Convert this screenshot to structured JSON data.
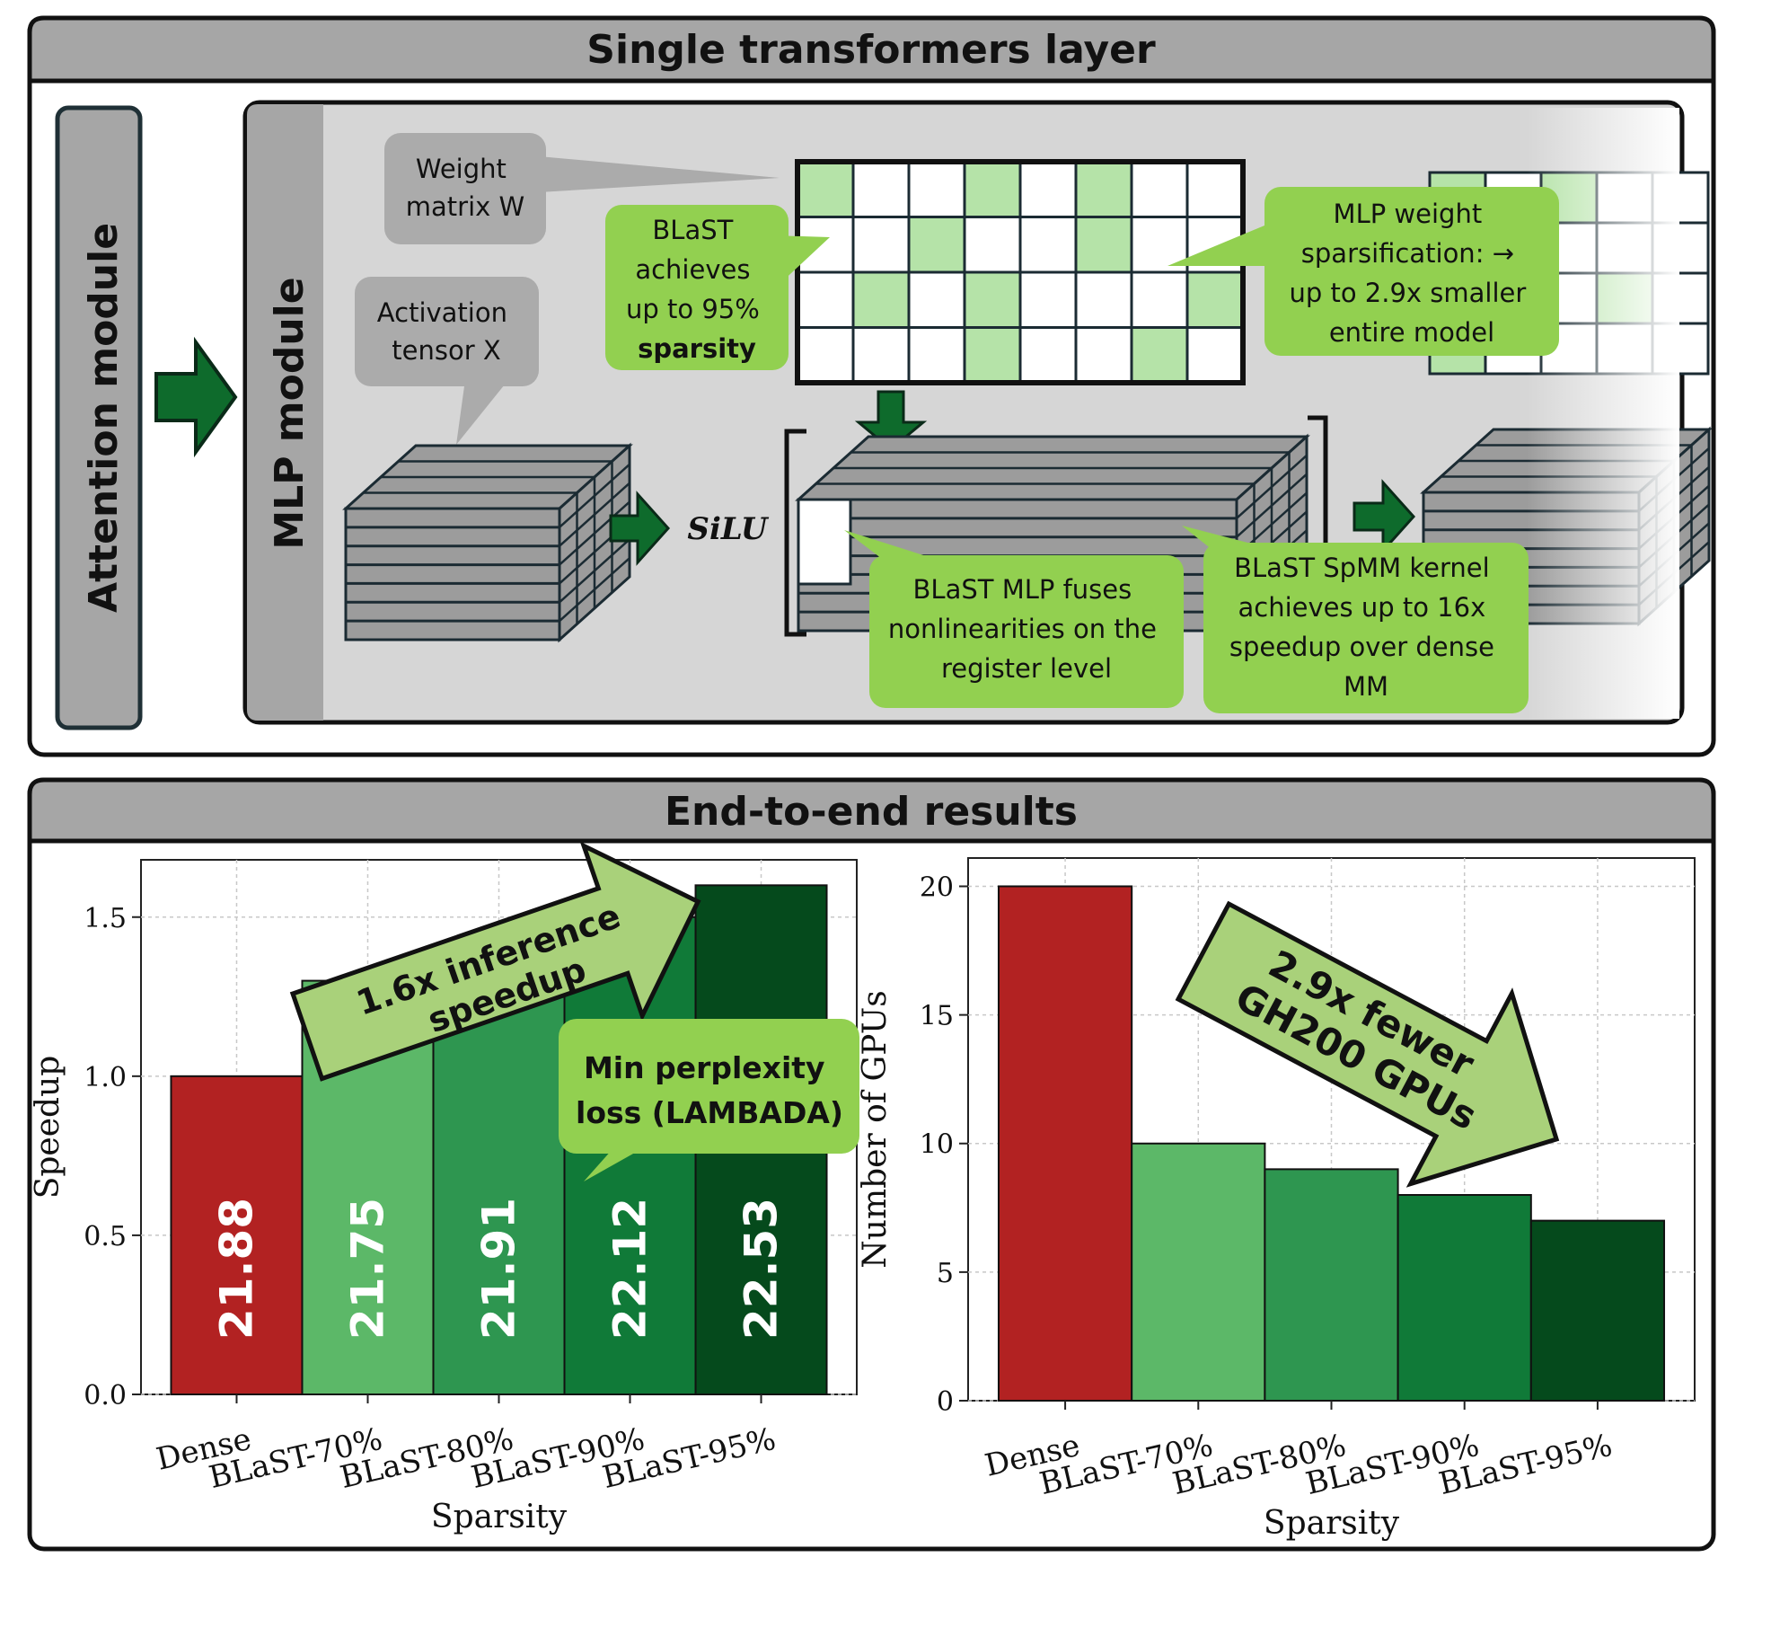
{
  "top_panel": {
    "title": "Single transformers layer",
    "attention_label": "Attention module",
    "mlp_label": "MLP module",
    "weight_callout": [
      "Weight",
      "matrix W"
    ],
    "activation_callout": [
      "Activation",
      "tensor X"
    ],
    "silu_label": "SiLU",
    "sparsity_callout": {
      "lines": [
        "BLaST",
        "achieves",
        "up to 95%",
        "sparsity"
      ]
    },
    "model_callout": {
      "lines": [
        "MLP weight",
        "sparsification: →",
        "up to 2.9x smaller",
        "entire model"
      ]
    },
    "fuse_callout": {
      "lines": [
        "BLaST MLP fuses",
        "nonlinearities on the",
        "register level"
      ]
    },
    "kernel_callout": {
      "lines": [
        "BLaST SpMM kernel",
        "achieves up to 16x",
        "speedup over dense",
        "MM"
      ]
    }
  },
  "bottom_panel": {
    "title": "End-to-end results",
    "speedup_annotation": [
      "1.6x inference",
      "speedup"
    ],
    "perplexity_callout": [
      "Min perplexity",
      "loss (LAMBADA)"
    ],
    "gpu_annotation": [
      "2.9x fewer",
      "GH200 GPUs"
    ]
  },
  "chart_data": [
    {
      "type": "bar",
      "categories": [
        "Dense",
        "BLaST-70%",
        "BLaST-80%",
        "BLaST-90%",
        "BLaST-95%"
      ],
      "values": [
        1.0,
        1.3,
        1.4,
        1.5,
        1.6
      ],
      "bar_labels": [
        "21.88",
        "21.75",
        "21.91",
        "22.12",
        "22.53"
      ],
      "colors": [
        "#b22222",
        "#5cb868",
        "#2e9650",
        "#107a38",
        "#054a1c"
      ],
      "xlabel": "Sparsity",
      "ylabel": "Speedup",
      "ylim": [
        0,
        1.68
      ],
      "yticks": [
        0.0,
        0.5,
        1.0,
        1.5
      ],
      "ytick_labels": [
        "0.0",
        "0.5",
        "1.0",
        "1.5"
      ],
      "grid": true
    },
    {
      "type": "bar",
      "categories": [
        "Dense",
        "BLaST-70%",
        "BLaST-80%",
        "BLaST-90%",
        "BLaST-95%"
      ],
      "values": [
        20,
        10,
        9,
        8,
        7
      ],
      "colors": [
        "#b22222",
        "#5cb868",
        "#2e9650",
        "#107a38",
        "#054a1c"
      ],
      "xlabel": "Sparsity",
      "ylabel": "Number of GPUs",
      "ylim": [
        0,
        21.1
      ],
      "yticks": [
        0,
        5,
        10,
        15,
        20
      ],
      "ytick_labels": [
        "0",
        "5",
        "10",
        "15",
        "20"
      ],
      "grid": true
    }
  ]
}
